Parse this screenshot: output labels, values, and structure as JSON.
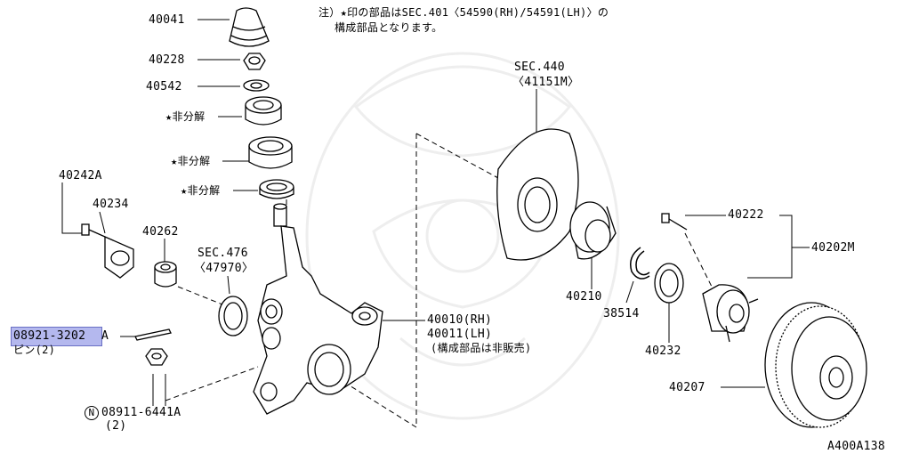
{
  "note": {
    "line1": "注）★印の部品はSEC.401〈54590(RH)/54591(LH)〉の",
    "line2": "構成部品となります。"
  },
  "sections": {
    "sec440": {
      "title": "SEC.440",
      "part": "〈41151M〉"
    },
    "sec476": {
      "title": "SEC.476",
      "part": "〈47970〉"
    }
  },
  "parts": {
    "p40041": "40041",
    "p40228": "40228",
    "p40542": "40542",
    "star1": "★非分解",
    "star2": "★非分解",
    "star3": "★非分解",
    "p40242A": "40242A",
    "p40234": "40234",
    "p40262": "40262",
    "p08921_a": "08921-3202",
    "p08921_b": "A",
    "pin_label": "ピン(2)",
    "p08911_sym": "N",
    "p08911": "08911-6441A",
    "p08911_qty": "(2)",
    "p40010": "40010(RH)",
    "p40011": "40011(LH)",
    "p40011_note": "(構成部品は非販売)",
    "p40210": "40210",
    "p38514": "38514",
    "p40232": "40232",
    "p40222": "40222",
    "p40202M": "40202M",
    "p40207": "40207"
  },
  "diagram_id": "A400A138",
  "highlight": {
    "color": "#b4b8ee"
  }
}
